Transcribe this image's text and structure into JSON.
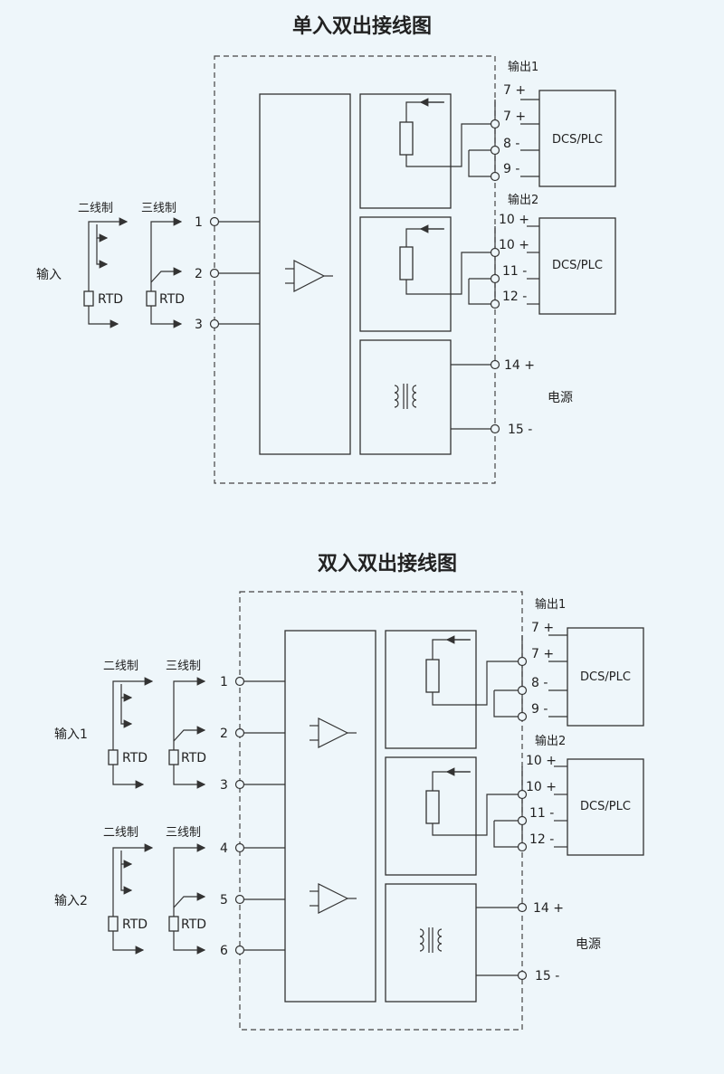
{
  "diagram1": {
    "title": "单入双出接线图",
    "out1_label": "输出1",
    "out2_label": "输出2",
    "input_label": "输入",
    "two_wire": "二线制",
    "three_wire": "三线制",
    "rtd": "RTD",
    "dcs_plc": "DCS/PLC",
    "power_label": "电源",
    "terminals": {
      "t1": "1",
      "t2": "2",
      "t3": "3",
      "t7a": "7 +",
      "t7b": "7 +",
      "t8": "8 -",
      "t9": "9 -",
      "t10a": "10 +",
      "t10b": "10 +",
      "t11": "11 -",
      "t12": "12 -",
      "t14": "14 +",
      "t15": "15 -"
    }
  },
  "diagram2": {
    "title": "双入双出接线图",
    "out1_label": "输出1",
    "out2_label": "输出2",
    "input1_label": "输入1",
    "input2_label": "输入2",
    "two_wire": "二线制",
    "three_wire": "三线制",
    "rtd": "RTD",
    "dcs_plc": "DCS/PLC",
    "power_label": "电源",
    "terminals": {
      "t1": "1",
      "t2": "2",
      "t3": "3",
      "t4": "4",
      "t5": "5",
      "t6": "6",
      "t7a": "7 +",
      "t7b": "7 +",
      "t8": "8 -",
      "t9": "9 -",
      "t10a": "10 +",
      "t10b": "10 +",
      "t11": "11 -",
      "t12": "12 -",
      "t14": "14 +",
      "t15": "15 -"
    }
  }
}
